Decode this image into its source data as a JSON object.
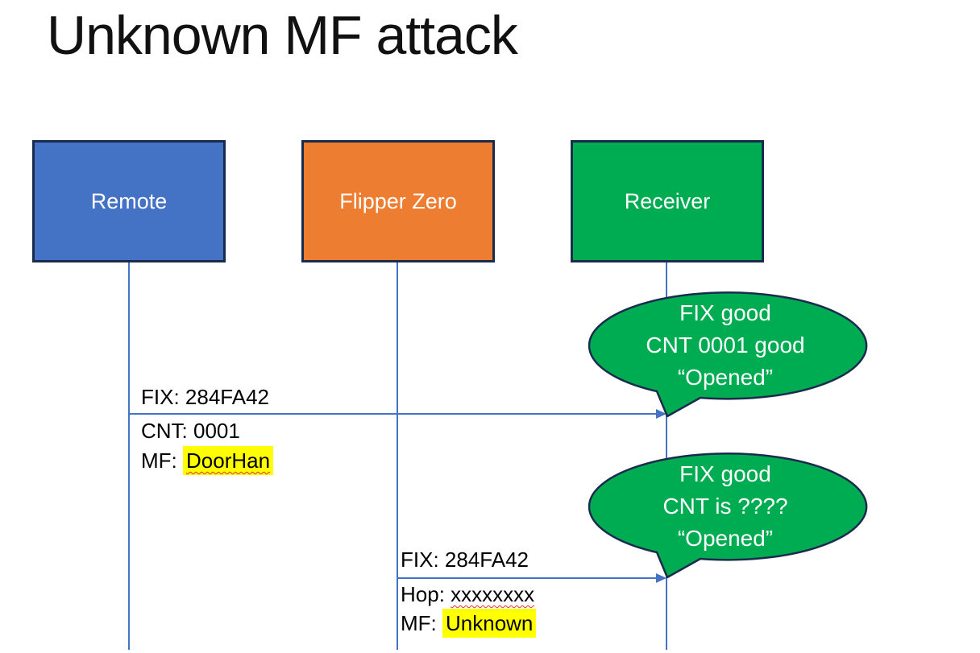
{
  "title": "Unknown MF attack",
  "colors": {
    "actor_remote": "#4472C4",
    "actor_flipper": "#ED7D31",
    "actor_receiver": "#00AC51",
    "shape_border": "#1B2B4D",
    "connector_blue": "#4472C4",
    "bubble_green": "#00AC51",
    "highlight_yellow": "#FFFF00",
    "squiggle_red": "#E8321E"
  },
  "actors": [
    {
      "label": "Remote"
    },
    {
      "label": "Flipper Zero"
    },
    {
      "label": "Receiver"
    }
  ],
  "messages": [
    {
      "from": "Remote",
      "to": "Receiver",
      "line1": "FIX: 284FA42",
      "line2": "CNT: 0001",
      "line3_prefix": "MF: ",
      "line3_value": "DoorHan"
    },
    {
      "from": "Flipper Zero",
      "to": "Receiver",
      "line1": "FIX: 284FA42",
      "line2_prefix": "Hop: ",
      "line2_value": "xxxxxxxx",
      "line3_prefix": "MF: ",
      "line3_value": "Unknown"
    }
  ],
  "bubbles": [
    {
      "line1": "FIX good",
      "line2": "CNT 0001 good",
      "line3": "“Opened”"
    },
    {
      "line1": "FIX good",
      "line2": "CNT is ????",
      "line3": "“Opened”"
    }
  ]
}
